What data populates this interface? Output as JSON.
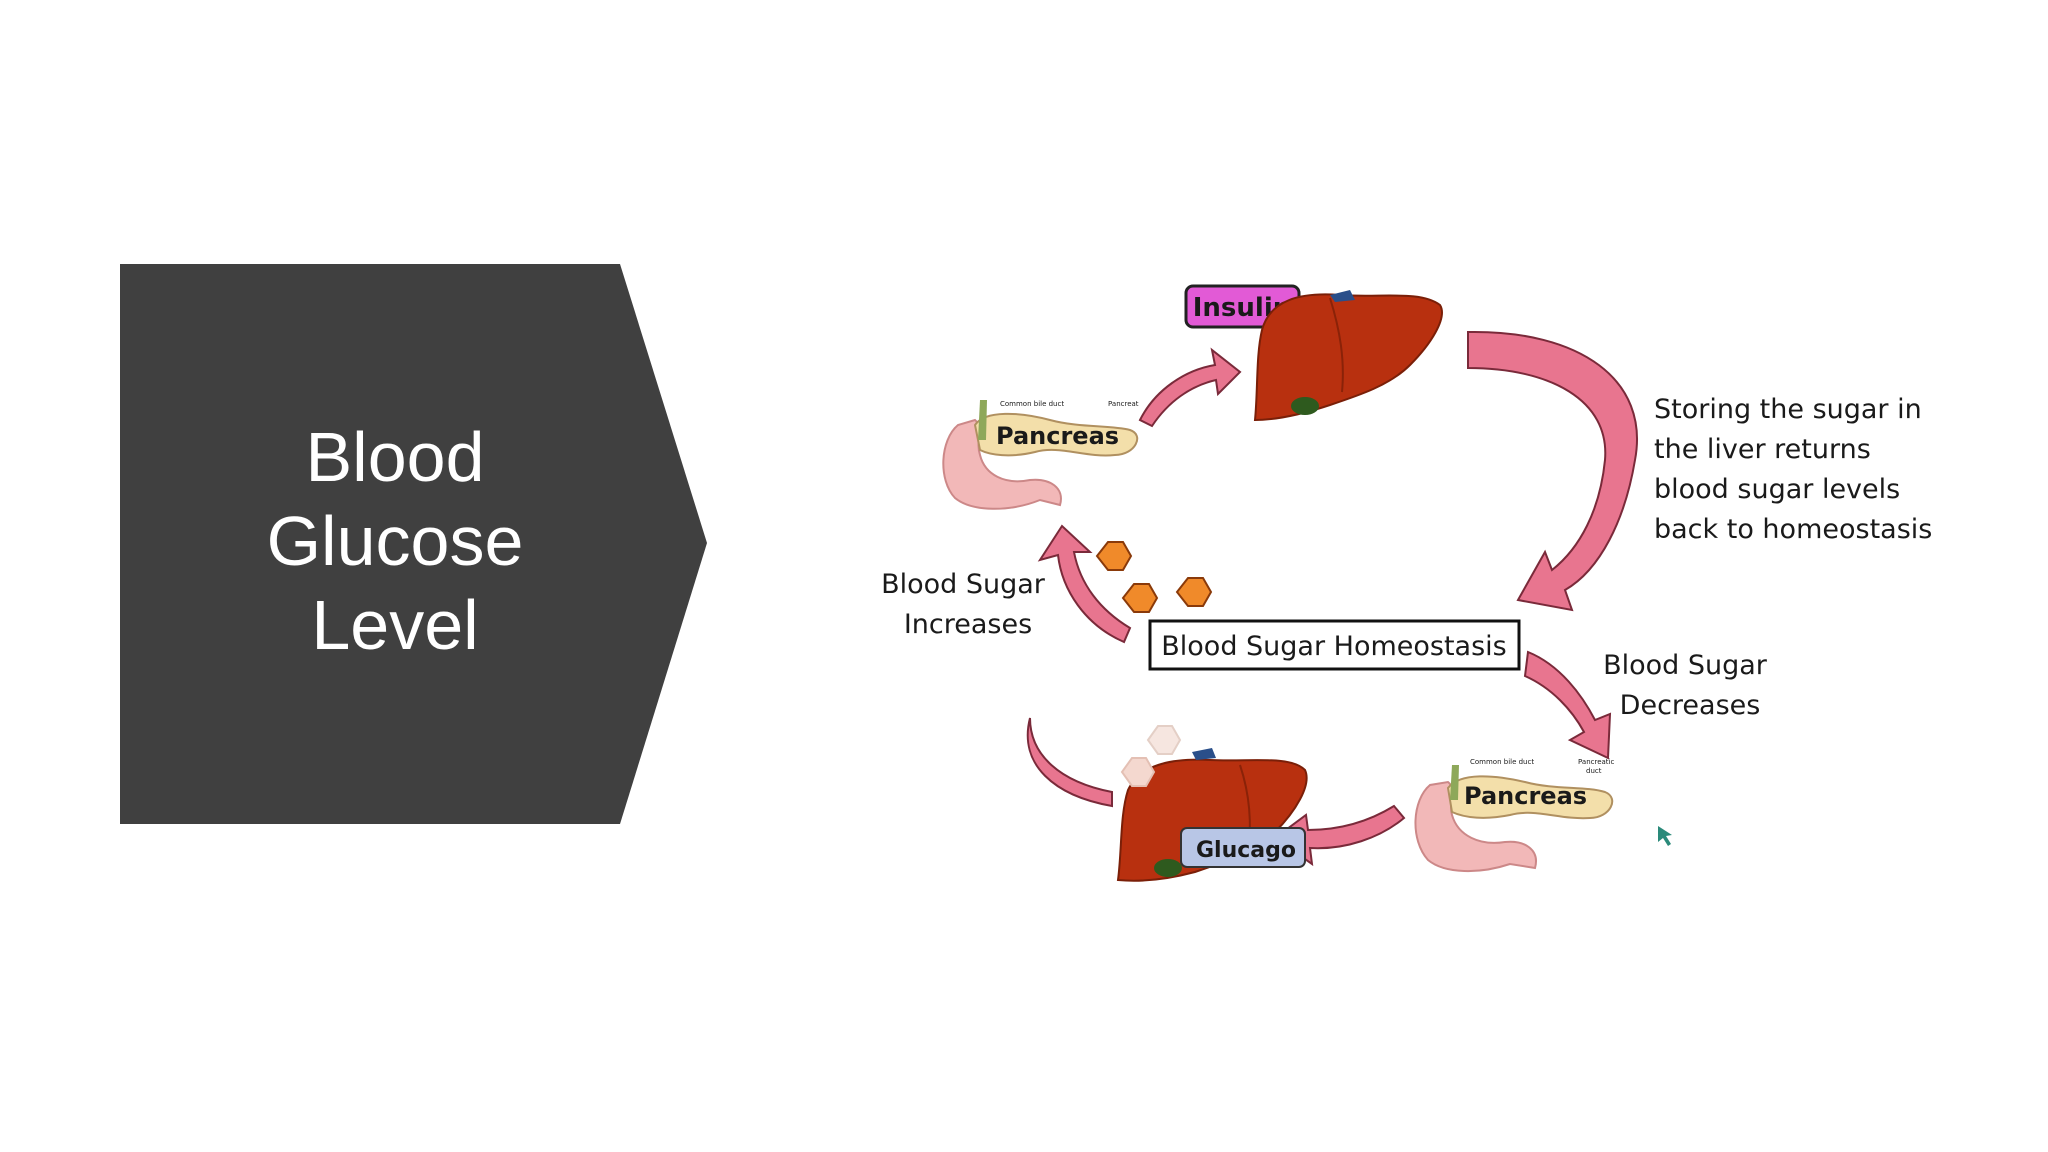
{
  "slide": {
    "title_lines": [
      "Blood",
      "Glucose",
      "Level"
    ],
    "title_box_color": "#404040"
  },
  "diagram": {
    "insulin_label": "Insulin",
    "glucagon_label": "Glucago",
    "pancreas_top_label": "Pancreas",
    "pancreas_bottom_label": "Pancreas",
    "pancreas_top_tiny_1": "Common bile duct",
    "pancreas_top_tiny_2": "Pancreat",
    "pancreas_bottom_tiny_1": "Common bile duct",
    "pancreas_bottom_tiny_2": "Pancreatic",
    "pancreas_bottom_tiny_3": "duct",
    "center_box": "Blood Sugar Homeostasis",
    "increases_line1": "Blood Sugar",
    "increases_line2": "Increases",
    "decreases_line1": "Blood Sugar",
    "decreases_line2": "Decreases",
    "storing_lines": [
      "Storing the sugar in",
      "the liver returns",
      "blood sugar levels",
      "back to homeostasis"
    ],
    "colors": {
      "arrow": "#e8758f",
      "arrow_dark": "#7a2a3a",
      "liver": "#b8300f",
      "insulin_bg": "#e25ad6",
      "glucagon_bg": "#b8c6e6",
      "glucose": "#f08a2a",
      "pancreas": "#f3dfaa"
    }
  }
}
